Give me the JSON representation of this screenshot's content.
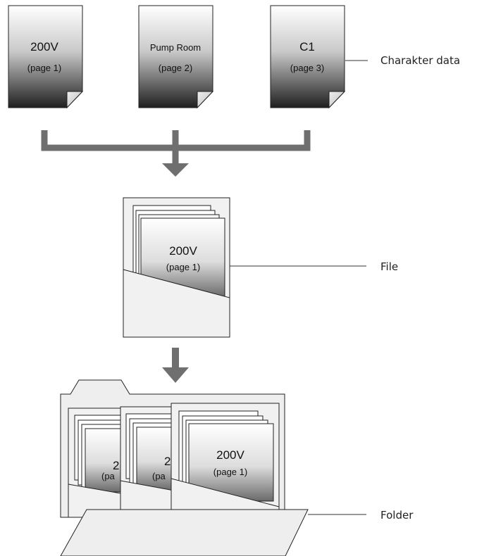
{
  "pages": [
    {
      "id": "p1",
      "title": "200V",
      "subtitle": "(page 1)"
    },
    {
      "id": "p2",
      "title": "Pump Room",
      "subtitle": "(page 2)"
    },
    {
      "id": "p3",
      "title": "C1",
      "subtitle": "(page 3)"
    }
  ],
  "file_doc": {
    "title": "200V",
    "subtitle": "(page 1)"
  },
  "folder_files": [
    {
      "title": "2",
      "subtitle": "(pa"
    },
    {
      "title": "2",
      "subtitle": "(pa"
    },
    {
      "title": "200V",
      "subtitle": "(page 1)"
    }
  ],
  "labels": {
    "character_data": "Charakter data",
    "file": "File",
    "folder": "Folder"
  },
  "colors": {
    "arrow": "#6f6f6f",
    "outline": "#222222",
    "pocket_fill": "#f1f1f1",
    "gradient_top": "#ffffff",
    "gradient_bottom": "#1f1f1f"
  }
}
